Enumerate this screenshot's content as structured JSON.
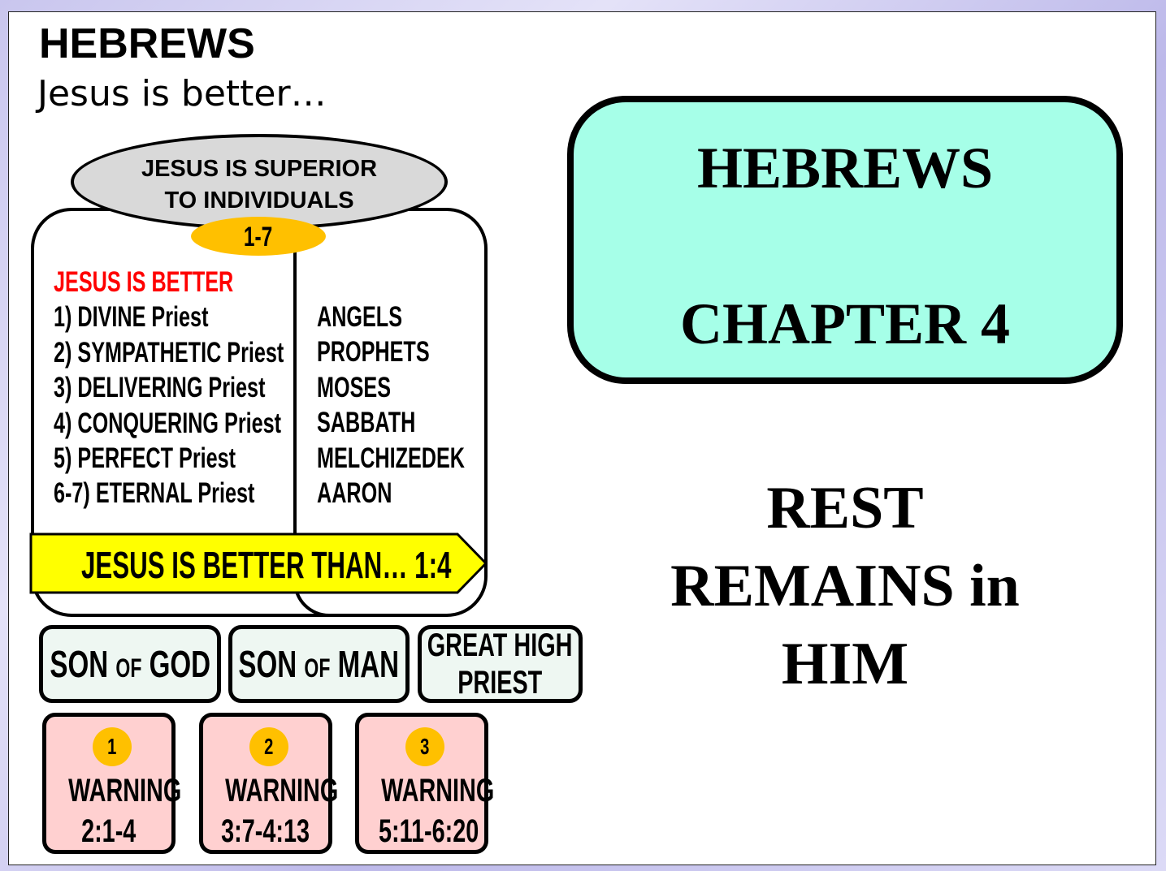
{
  "title": "HEBREWS",
  "subtitle": "Jesus is better…",
  "chapter_box": {
    "line1": "HEBREWS",
    "line2": "CHAPTER 4",
    "fill": "#a6ffe8"
  },
  "theme": {
    "lines": [
      "REST",
      "REMAINS in",
      "HIM"
    ]
  },
  "diagram": {
    "oval_line1": "JESUS IS SUPERIOR",
    "oval_line2": "TO INDIVIDUALS",
    "chapters": "1-7",
    "left_header": "JESUS IS BETTER",
    "left_items": [
      "1) DIVINE Priest",
      "2) SYMPATHETIC Priest",
      "3) DELIVERING Priest",
      "4) CONQUERING Priest",
      "5) PERFECT Priest",
      "6-7) ETERNAL Priest"
    ],
    "right_items": [
      "ANGELS",
      "PROPHETS",
      "MOSES",
      "SABBATH",
      "MELCHIZEDEK",
      "AARON"
    ],
    "banner": "JESUS IS BETTER THAN… 1:4"
  },
  "titles": [
    {
      "a": "SON",
      "of": "OF",
      "b": "GOD"
    },
    {
      "a": "SON",
      "of": "OF",
      "b": "MAN"
    },
    {
      "line1": "GREAT HIGH",
      "line2": "PRIEST"
    }
  ],
  "warnings": [
    {
      "num": "1",
      "label": "WARNING",
      "ref": "2:1-4"
    },
    {
      "num": "2",
      "label": "WARNING",
      "ref": "3:7-4:13"
    },
    {
      "num": "3",
      "label": "WARNING",
      "ref": "5:11-6:20"
    }
  ],
  "colors": {
    "red": "#ff0000",
    "yellow": "#ffff00",
    "orange": "#ffc000",
    "pink": "#ffd0d0"
  }
}
